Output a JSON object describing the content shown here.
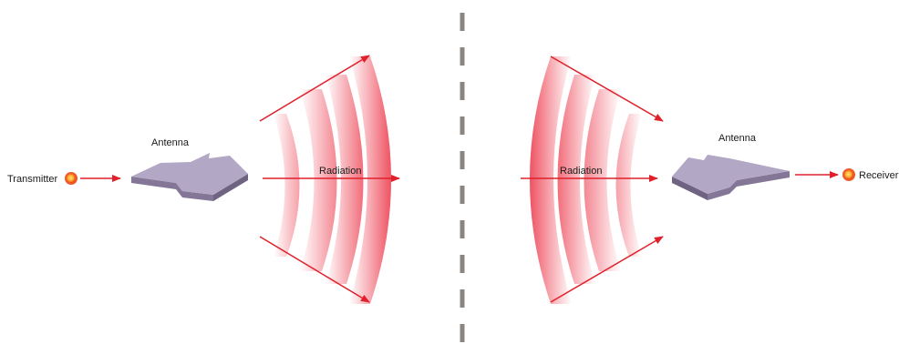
{
  "transmit_side": {
    "source_label": "Transmitter",
    "antenna_label": "Antenna",
    "radiation_label": "Radiation"
  },
  "receive_side": {
    "sink_label": "Receiver",
    "antenna_label": "Antenna",
    "radiation_label": "Radiation"
  },
  "colors": {
    "arrow": "#e0202a",
    "wave": "#ee4a5a",
    "antenna_top": "#b2a7c5",
    "antenna_side": "#837696",
    "divider": "#8c8480",
    "node_outer": "#f05a28",
    "node_inner": "#ffd24a"
  }
}
